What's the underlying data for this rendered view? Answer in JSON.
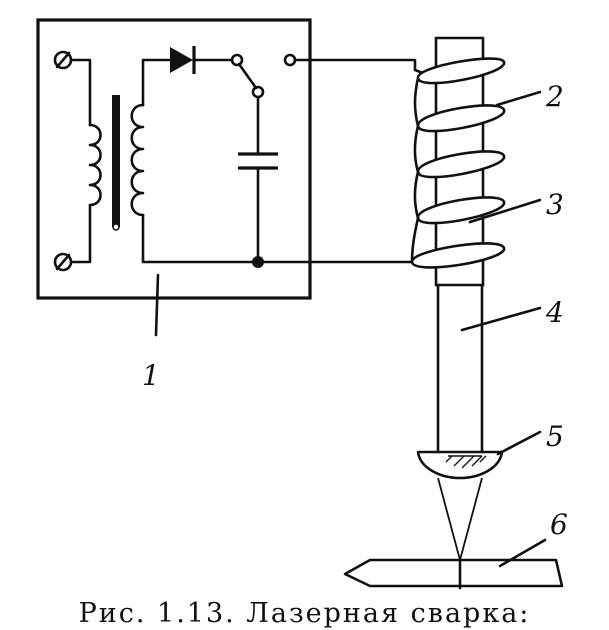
{
  "labels": {
    "power_unit": "1",
    "coil": "2",
    "laser_rod": "3",
    "beam": "4",
    "lens": "5",
    "workpiece": "6"
  },
  "caption": "Рис. 1.13. Лазерная сварка:"
}
